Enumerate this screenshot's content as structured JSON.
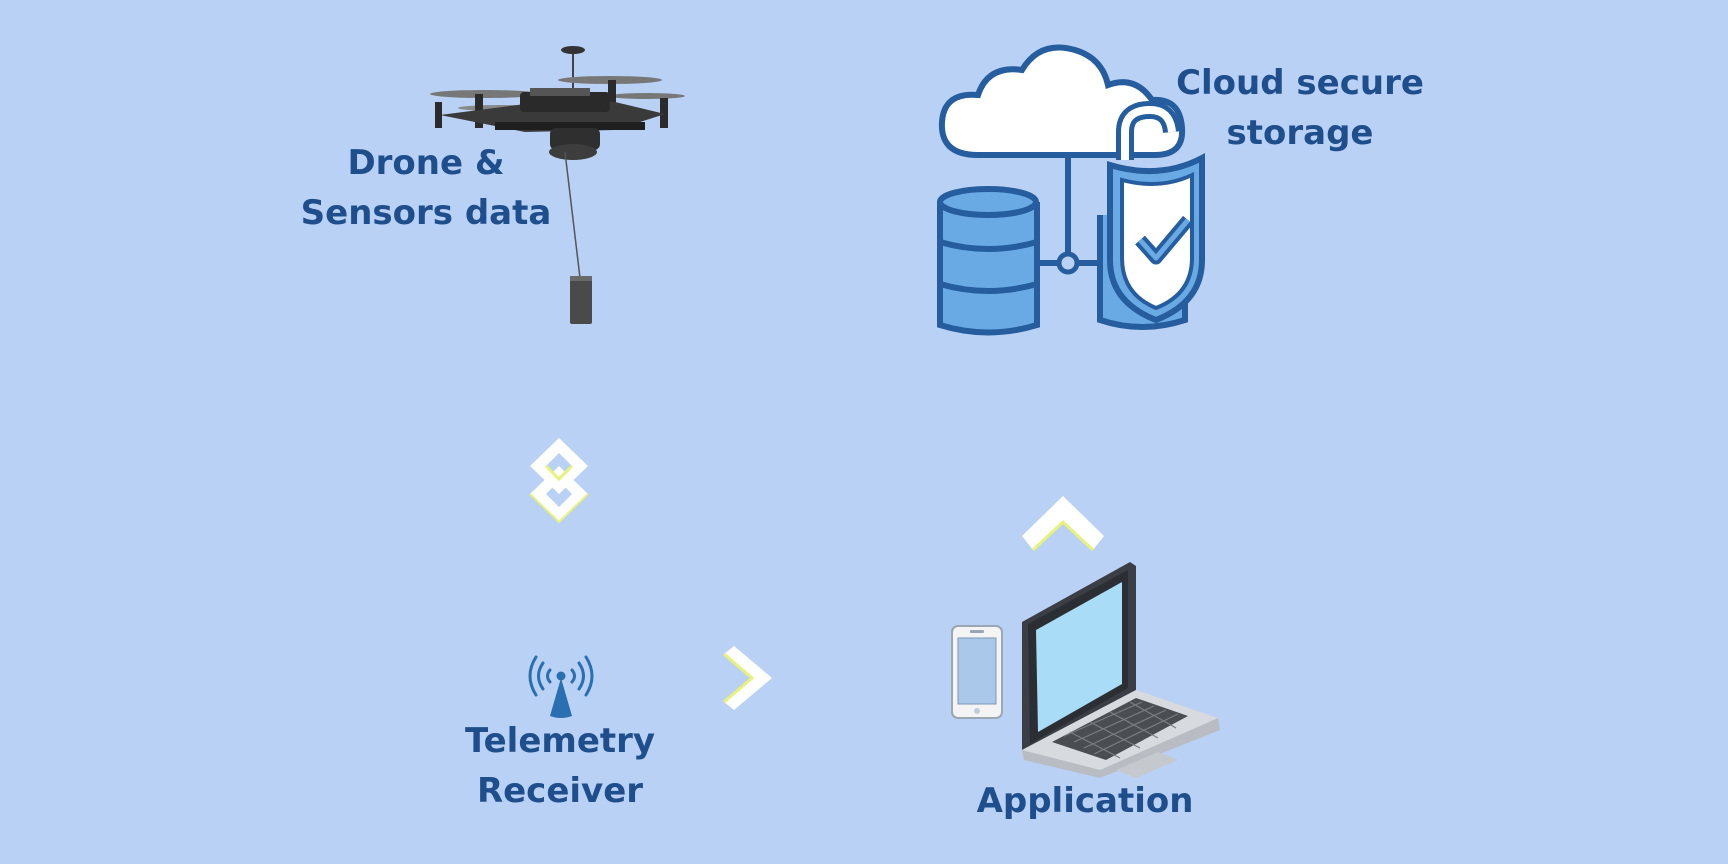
{
  "nodes": {
    "drone": {
      "label_lines": [
        "Drone &",
        "Sensors data"
      ],
      "icon": "drone-icon"
    },
    "cloud": {
      "label_lines": [
        "Cloud secure",
        "storage"
      ],
      "icon": "cloud-database-lock-icon"
    },
    "telemetry": {
      "label_lines": [
        "Telemetry",
        "Receiver"
      ],
      "icon": "antenna-icon"
    },
    "application": {
      "label_lines": [
        "Application"
      ],
      "icon": "laptop-phone-icon"
    }
  },
  "connectors": [
    {
      "from": "drone",
      "to": "telemetry",
      "direction": "down",
      "icon": "double-chevron-icon"
    },
    {
      "from": "telemetry",
      "to": "application",
      "direction": "right",
      "icon": "chevron-right-icon"
    },
    {
      "from": "application",
      "to": "cloud",
      "direction": "up",
      "icon": "chevron-up-icon"
    }
  ],
  "colors": {
    "background": "#b9d1f5",
    "label": "#1f4e8c",
    "icon_stroke": "#255d9e",
    "icon_fill": "#6aaae4",
    "arrow": "#ffffff",
    "arrow_edge": "#e8f27a",
    "screen": "#a9dcf6"
  }
}
